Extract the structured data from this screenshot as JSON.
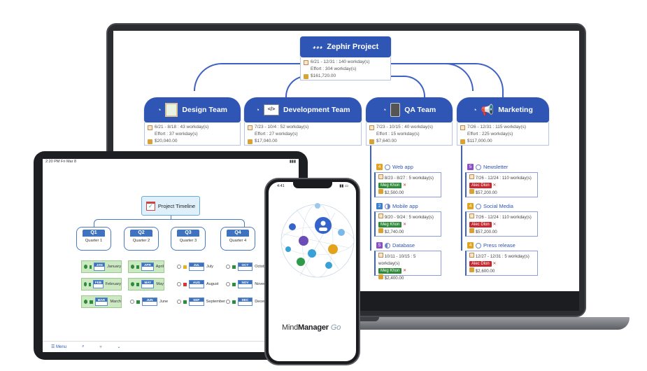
{
  "laptop": {
    "root": {
      "title": "Zephir Project",
      "dates": "6/21 - 12/31 : 140 workday(s)",
      "effort": "Effort : 304 workday(s)",
      "cost": "$161,720.00"
    },
    "teams": [
      {
        "title": "Design Team",
        "dates": "6/21 - 8/18 : 43 workday(s)",
        "effort": "Effort : 37 workday(s)",
        "cost": "$20,040.00"
      },
      {
        "title": "Development Team",
        "dates": "7/23 - 10/4 : 52 workday(s)",
        "effort": "Effort : 27 workday(s)",
        "cost": "$17,040.00"
      },
      {
        "title": "QA Team",
        "dates": "7/23 - 10/15 : 40 workday(s)",
        "effort": "Effort : 15 workday(s)",
        "cost": "$7,640.00"
      },
      {
        "title": "Marketing",
        "dates": "7/26 - 12/31 : 115 workday(s)",
        "effort": "Effort : 225 workday(s)",
        "cost": "$117,000.00"
      }
    ],
    "qa_tasks": [
      {
        "num": "4",
        "title": "Web app",
        "dates": "8/23 - 8/27 : 5 workday(s)",
        "person": "Meg Khon",
        "cost": "$2,500.00"
      },
      {
        "num": "2",
        "title": "Mobile app",
        "dates": "9/20 - 9/24 : 5 workday(s)",
        "person": "Meg Khon",
        "cost": "$2,740.00"
      },
      {
        "num": "5",
        "title": "Database",
        "dates": "10/11 - 10/15 : 5 workday(s)",
        "person": "Meg Khon",
        "cost": "$2,400.00"
      }
    ],
    "mkt_tasks": [
      {
        "num": "5",
        "title": "Newsletter",
        "dates": "7/26 - 12/24 : 110 workday(s)",
        "person": "Alec Dlon",
        "cost": "$57,200.00"
      },
      {
        "num": "4",
        "title": "Social Media",
        "dates": "7/26 - 12/24 : 110 workday(s)",
        "person": "Alec Dlon",
        "cost": "$57,200.00"
      },
      {
        "num": "4",
        "title": "Press release",
        "dates": "12/27 - 12/31 : 5 workday(s)",
        "person": "Alec Dlon",
        "cost": "$2,600.00"
      }
    ]
  },
  "tablet": {
    "status_time": "2:20 PM  Fri Mar 8",
    "root": "Project Timeline",
    "quarters": [
      {
        "q": "Q1",
        "label": "Quarter 1",
        "months": [
          {
            "tab": "JAN",
            "name": "January"
          },
          {
            "tab": "FEB",
            "name": "February"
          },
          {
            "tab": "MAR",
            "name": "March"
          }
        ]
      },
      {
        "q": "Q2",
        "label": "Quarter 2",
        "months": [
          {
            "tab": "APR",
            "name": "April"
          },
          {
            "tab": "MAY",
            "name": "May"
          },
          {
            "tab": "JUN",
            "name": "June"
          }
        ]
      },
      {
        "q": "Q3",
        "label": "Quarter 3",
        "months": [
          {
            "tab": "JUL",
            "name": "July"
          },
          {
            "tab": "AUG",
            "name": "August"
          },
          {
            "tab": "SEP",
            "name": "September"
          }
        ]
      },
      {
        "q": "Q4",
        "label": "Quarter 4",
        "months": [
          {
            "tab": "OCT",
            "name": "October"
          },
          {
            "tab": "NOV",
            "name": "November"
          },
          {
            "tab": "DEC",
            "name": "December"
          }
        ]
      }
    ],
    "bottom_menu": "Menu"
  },
  "phone": {
    "status_time": "4:41",
    "logo_a": "Mind",
    "logo_b": "Manager",
    "logo_go": "Go"
  },
  "colors": {
    "accent": "#2f55b5",
    "tag_green": "#2e8b3a",
    "tag_red": "#c8282f"
  }
}
